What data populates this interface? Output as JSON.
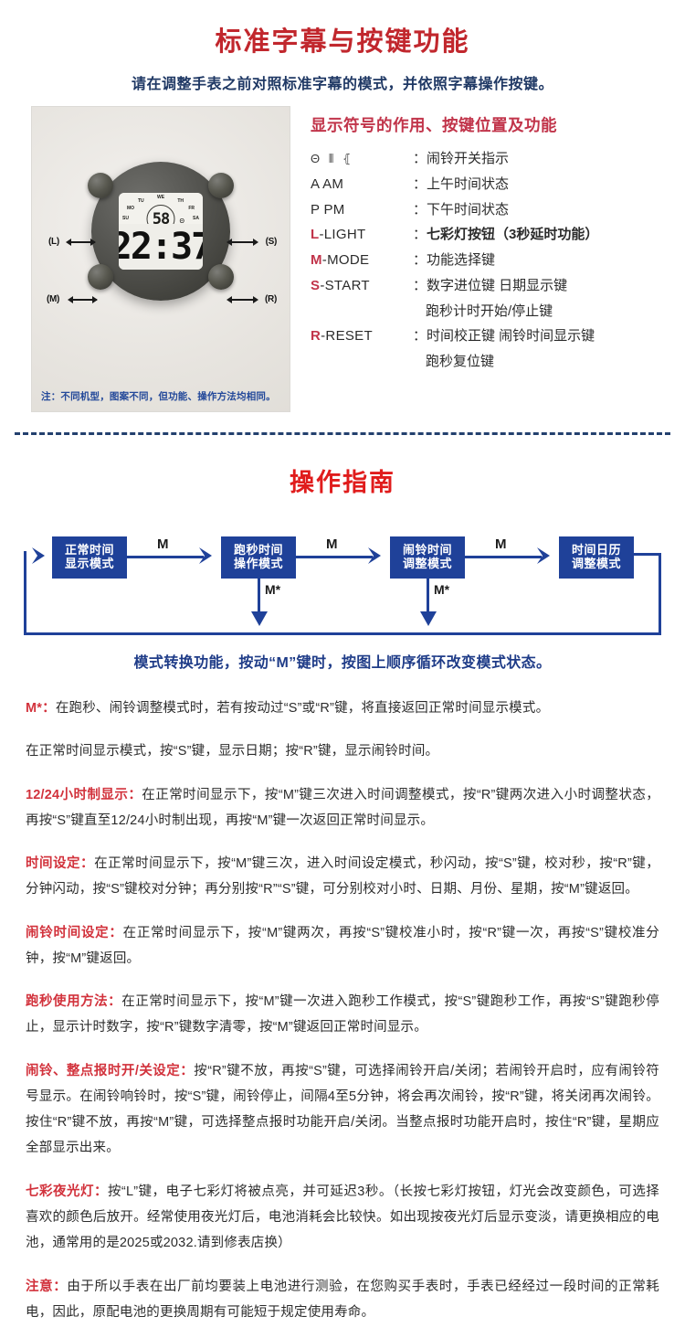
{
  "section1": {
    "title": "标准字幕与按键功能",
    "subtitle": "请在调整手表之前对照标准字幕的模式，并依照字幕操作按键。",
    "colors": {
      "title": "#c1272d",
      "subtitle": "#1f3864",
      "accent_red": "#c1344a"
    },
    "photo": {
      "note": "注：不同机型，图案不同，但功能、操作方法均相同。",
      "watch_display": {
        "seconds": "58",
        "time": "22:37",
        "weekdays": [
          "SU",
          "MO",
          "TU",
          "WE",
          "TH",
          "FR",
          "SA"
        ],
        "alarm_symbol": "Θ"
      },
      "callouts": {
        "left_top": "(L)",
        "right_top": "(S)",
        "left_bottom": "(M)",
        "right_bottom": "(R)"
      }
    },
    "legend": {
      "title": "显示符号的作用、按键位置及功能",
      "rows": [
        {
          "key_icons": "Θ  ⦀  ⦃",
          "key": "",
          "sep": "：",
          "value": "闹铃开关指示",
          "bold": false,
          "icon_row": true
        },
        {
          "key": "A  AM",
          "sep": "：",
          "value": "上午时间状态",
          "bold": false
        },
        {
          "key": "P  PM",
          "sep": "：",
          "value": "下午时间状态",
          "bold": false
        },
        {
          "key_hot": "L",
          "key_rest": "-LIGHT",
          "sep": "：",
          "value": "七彩灯按钮（3秒延时功能）",
          "bold": true
        },
        {
          "key_hot": "M",
          "key_rest": "-MODE",
          "sep": "：",
          "value": "功能选择键",
          "bold": false
        },
        {
          "key_hot": "S",
          "key_rest": "-START",
          "sep": "：",
          "value": "数字进位键 日期显示键",
          "bold": false,
          "cont": "跑秒计时开始/停止键"
        },
        {
          "key_hot": "R",
          "key_rest": "-RESET",
          "sep": "：",
          "value": "时间校正键 闹铃时间显示键",
          "bold": false,
          "cont": "跑秒复位键"
        }
      ]
    }
  },
  "section2": {
    "title": "操作指南",
    "flow": {
      "boxes": [
        {
          "line1": "正常时间",
          "line2": "显示模式"
        },
        {
          "line1": "跑秒时间",
          "line2": "操作模式"
        },
        {
          "line1": "闹铃时间",
          "line2": "调整模式"
        },
        {
          "line1": "时间日历",
          "line2": "调整模式"
        }
      ],
      "transition_labels": [
        "M",
        "M",
        "M"
      ],
      "exit_labels": [
        "M*",
        "M*"
      ],
      "caption": "模式转换功能，按动“M”键时，按图上顺序循环改变模式状态。",
      "box_color": "#1f4199"
    },
    "paragraphs": [
      {
        "label": "M*",
        "label_sep": "：",
        "text": "在跑秒、闹铃调整模式时，若有按动过“S”或“R”键，将直接返回正常时间显示模式。"
      },
      {
        "label": "",
        "label_sep": "",
        "text": "在正常时间显示模式，按“S”键，显示日期；按“R”键，显示闹铃时间。"
      },
      {
        "label": "12/24小时制显示",
        "label_sep": "：",
        "text": "在正常时间显示下，按“M”键三次进入时间调整模式，按“R”键两次进入小时调整状态，再按“S”键直至12/24小时制出现，再按“M”键一次返回正常时间显示。"
      },
      {
        "label": "时间设定",
        "label_sep": "：",
        "text": "在正常时间显示下，按“M”键三次，进入时间设定模式，秒闪动，按“S”键，校对秒，按“R”键，分钟闪动，按“S”键校对分钟；再分别按“R”“S”键，可分别校对小时、日期、月份、星期，按“M”键返回。"
      },
      {
        "label": "闹铃时间设定",
        "label_sep": "：",
        "text": "在正常时间显示下，按“M”键两次，再按“S”键校准小时，按“R”键一次，再按“S”键校准分钟，按“M”键返回。"
      },
      {
        "label": "跑秒使用方法",
        "label_sep": "：",
        "text": "在正常时间显示下，按“M”键一次进入跑秒工作模式，按“S”键跑秒工作，再按“S”键跑秒停止，显示计时数字，按“R”键数字清零，按“M”键返回正常时间显示。"
      },
      {
        "label": "闹铃、整点报时开/关设定",
        "label_sep": "：",
        "text": "按“R”键不放，再按“S”键，可选择闹铃开启/关闭；若闹铃开启时，应有闹铃符号显示。在闹铃响铃时，按“S”键，闹铃停止，间隔4至5分钟，将会再次闹铃，按“R”键，将关闭再次闹铃。按住“R”键不放，再按“M”键，可选择整点报时功能开启/关闭。当整点报时功能开启时，按住“R”键，星期应全部显示出来。"
      },
      {
        "label": "七彩夜光灯",
        "label_sep": "：",
        "text": "按“L”键，电子七彩灯将被点亮，并可延迟3秒。（长按七彩灯按钮，灯光会改变颜色，可选择喜欢的颜色后放开。经常使用夜光灯后，电池消耗会比较快。如出现按夜光灯后显示变淡，请更换相应的电池，通常用的是2025或2032.请到修表店换）"
      },
      {
        "label": "注意",
        "label_sep": "：",
        "text": "由于所以手表在出厂前均要装上电池进行测验，在您购买手表时，手表已经经过一段时间的正常耗电，因此，原配电池的更换周期有可能短于规定使用寿命。"
      }
    ]
  }
}
